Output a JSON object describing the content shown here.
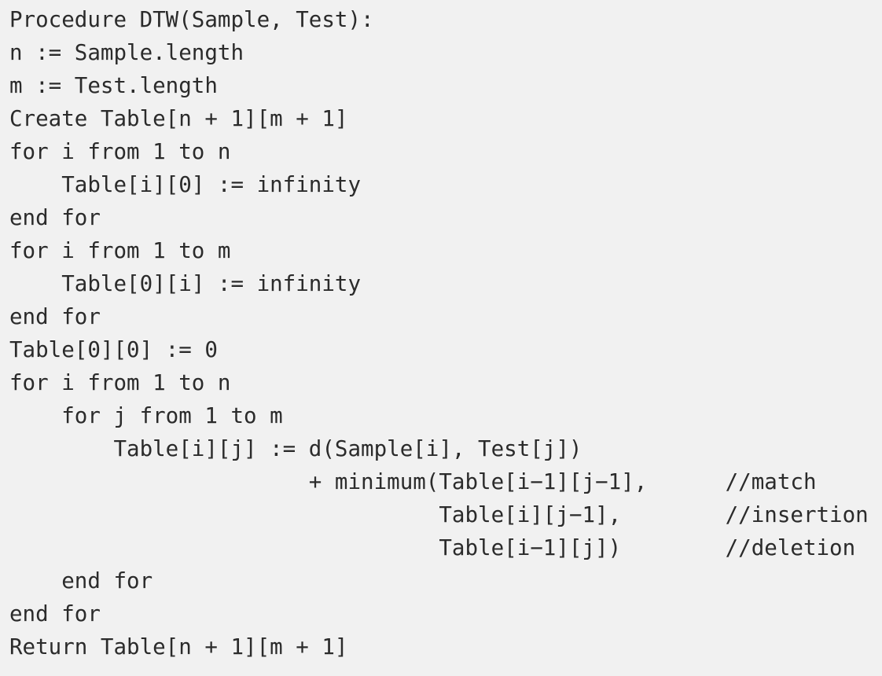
{
  "code": {
    "lines": [
      "Procedure DTW(Sample, Test):",
      "n := Sample.length",
      "m := Test.length",
      "Create Table[n + 1][m + 1]",
      "for i from 1 to n",
      "    Table[i][0] := infinity",
      "end for",
      "for i from 1 to m",
      "    Table[0][i] := infinity",
      "end for",
      "Table[0][0] := 0",
      "for i from 1 to n",
      "    for j from 1 to m",
      "        Table[i][j] := d(Sample[i], Test[j])",
      "                       + minimum(Table[i−1][j−1],      //match",
      "                                 Table[i][j−1],        //insertion",
      "                                 Table[i−1][j])        //deletion",
      "    end for",
      "end for",
      "Return Table[n + 1][m + 1]"
    ]
  }
}
